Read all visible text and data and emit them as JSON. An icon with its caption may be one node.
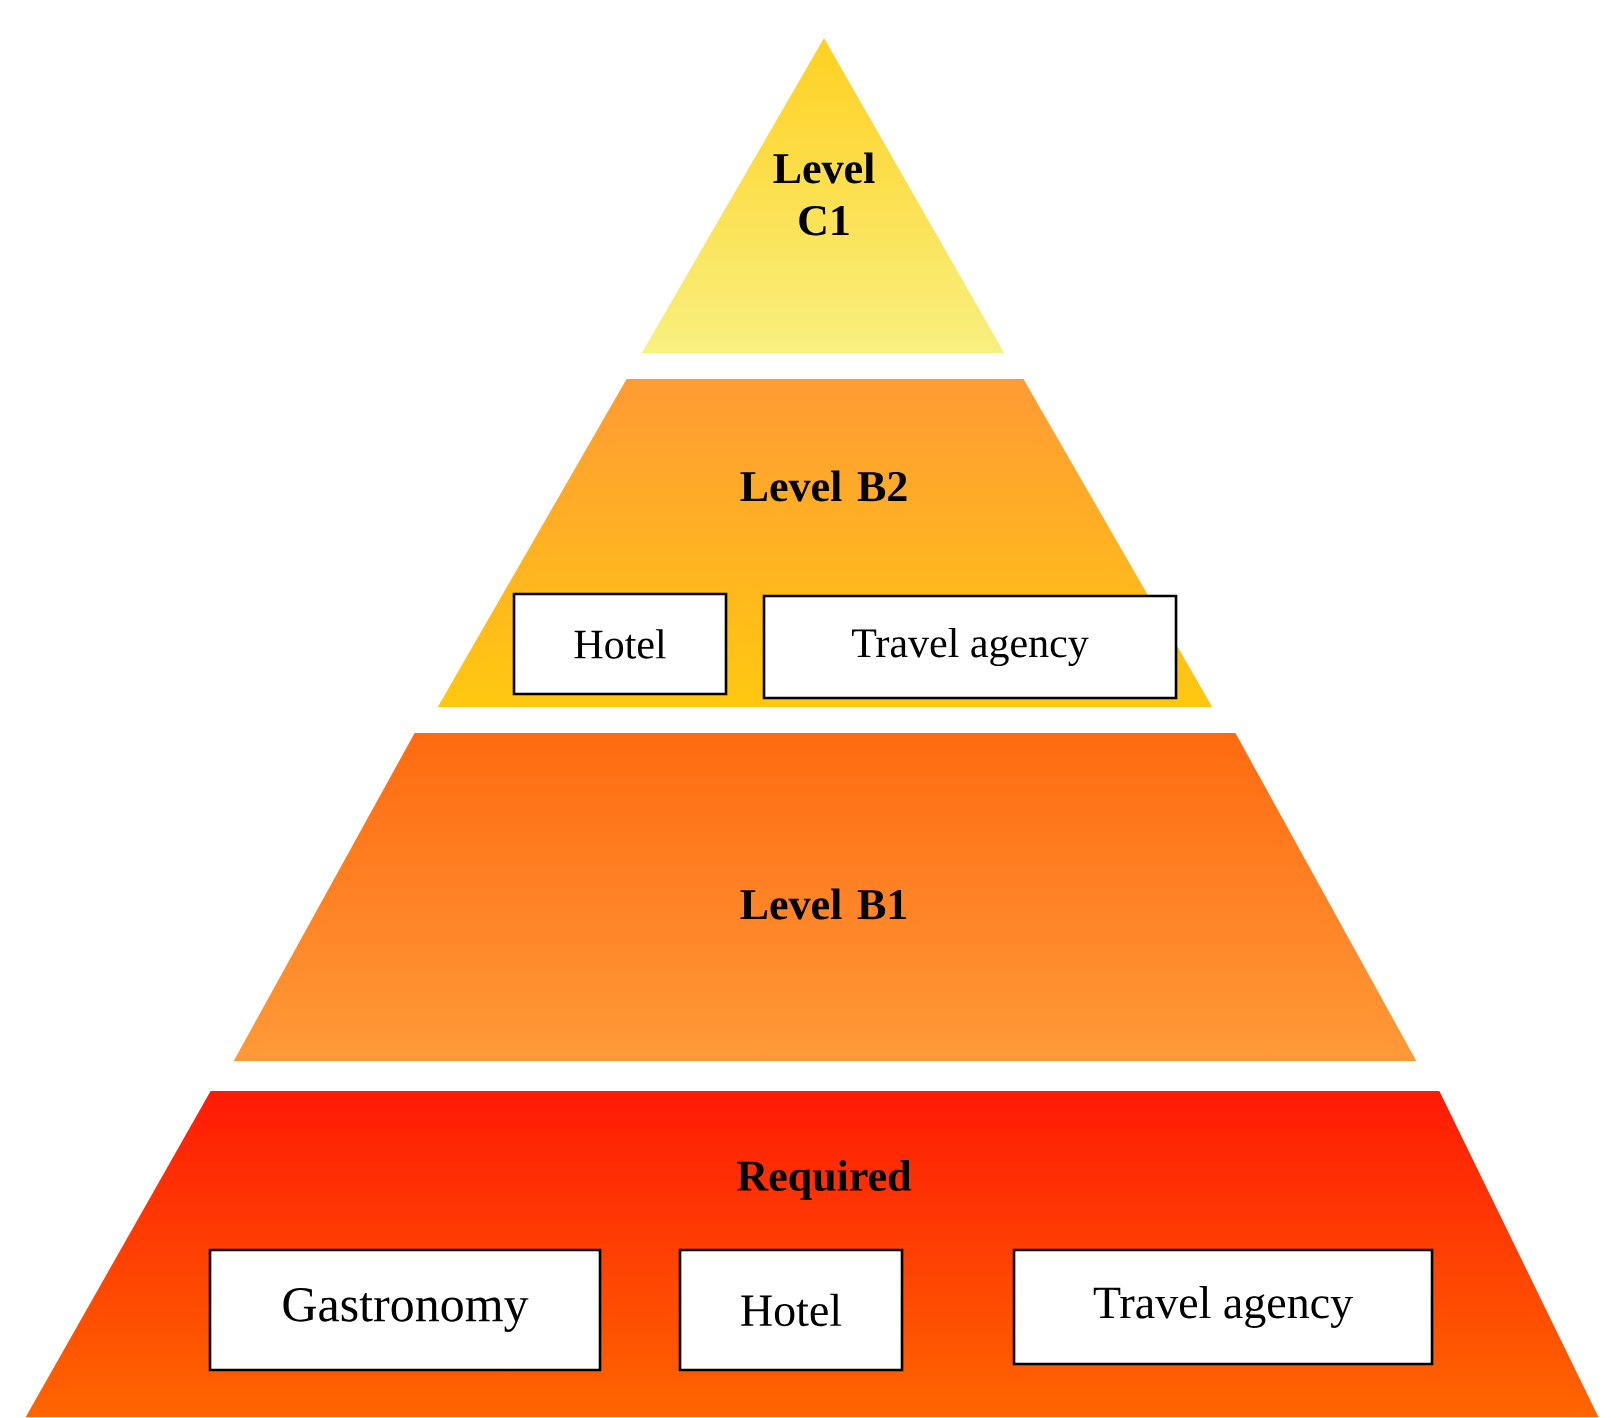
{
  "diagram": {
    "nodes": [
      {
        "text": [
          "Level C1"
        ]
      },
      {
        "text": [
          "Level B2"
        ]
      },
      {
        "text": [
          "Hotel"
        ],
        "in": 1
      },
      {
        "text": [
          "Travel agency"
        ],
        "in": 1
      },
      {
        "text": [
          "Level B1"
        ]
      },
      {
        "text": [
          "Required"
        ]
      },
      {
        "text": [
          "Gastronomy"
        ],
        "in": 5
      },
      {
        "text": [
          "Hotel"
        ],
        "in": 5
      },
      {
        "text": [
          "Travel agency"
        ],
        "in": 5
      }
    ]
  }
}
